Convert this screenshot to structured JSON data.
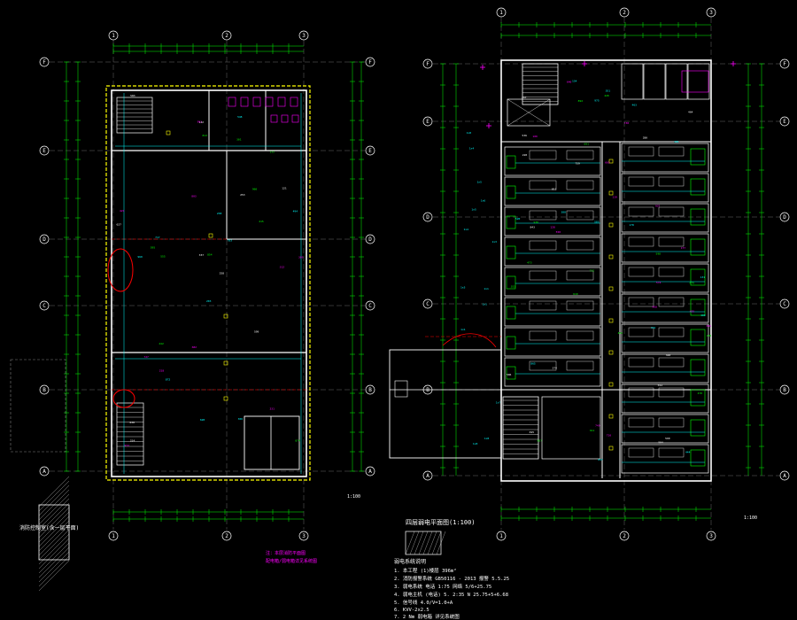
{
  "canvas": {
    "background": "#000000"
  },
  "colors": {
    "wall": "#ffffff",
    "cyan": "#00ffff",
    "green": "#00ff00",
    "yellow": "#ffff00",
    "magenta": "#ff00ff",
    "red": "#ff0000",
    "grey": "#808080",
    "blue": "#4060ff"
  },
  "left_plan": {
    "column_axes": [
      "1",
      "2",
      "3"
    ],
    "row_axes": [
      "F",
      "E",
      "D",
      "C",
      "B",
      "A"
    ],
    "scale_note": "1:100",
    "hatch_caption": "消防控制室(含一层平面)",
    "notes": [
      "注：本层消防平面图",
      "配电箱/弱电箱详见系统图"
    ]
  },
  "right_plan": {
    "column_axes": [
      "1",
      "2",
      "3"
    ],
    "row_axes": [
      "F",
      "E",
      "D",
      "C",
      "B",
      "A"
    ],
    "scale_note": "1:100",
    "legend_caption": "四层弱电平面图(1:100)",
    "notes_header": "弱电系统说明",
    "notes": [
      "1. 本工程    (1)楼层       396m²",
      "2. 消防报警系统  GB50116 - 2013   报警   5.5.25",
      "3. 弱电系统     电话 1:75    网络 5/6+25.75",
      "4. 弱电主机  (电话)  5.  2:35 N   25.75+5+6.68",
      "5.           信号线 4.0/V=1.0+A",
      "6.           KVV-2x2.5",
      "7.  2 Nm  弱电箱   详见系统图"
    ]
  }
}
